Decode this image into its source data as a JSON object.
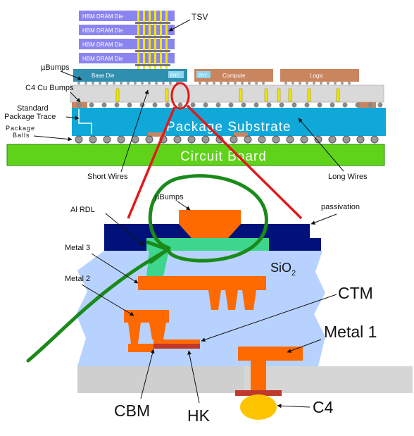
{
  "top_diagram": {
    "hbm_die_label": "HBM DRAM Die",
    "base_die_label": "Base Die",
    "phy_label": "PHY",
    "compute_label": "Compute",
    "logic_label": "Logic",
    "package_substrate_label": "Package Substrate",
    "circuit_board_label": "Circuit Board",
    "callouts": {
      "tsv": "TSV",
      "ubumps": "µBumps",
      "c4_cu_bumps": "C4 Cu Bumps",
      "standard_package_trace_1": "Standard",
      "standard_package_trace_2": "Package Trace",
      "package_balls_1": "Package",
      "package_balls_2": "Balls",
      "short_wires": "Short Wires",
      "long_wires": "Long Wires"
    }
  },
  "bottom_diagram": {
    "labels": {
      "ubumps": "µBumps",
      "al_rdl": "Al RDL",
      "passivation": "passivation",
      "metal3": "Metal 3",
      "sio2_base": "SiO",
      "sio2_sub": "2",
      "metal2": "Metal 2",
      "ctm": "CTM",
      "metal1": "Metal 1",
      "cbm": "CBM",
      "hk": "HK",
      "c4": "C4"
    }
  },
  "colors": {
    "hbm_die": "#8a84f0",
    "base_die": "#2e8fb0",
    "compute_die": "#c9855e",
    "interposer": "#d9d9d9",
    "substrate": "#10a8d8",
    "circuit_board": "#5fd31a",
    "metal": "#ff6a00",
    "sio2": "#b7d2ff",
    "passivation": "#00127a",
    "rdl": "#3dd68c",
    "red_annotation": "#e01a1a",
    "green_annotation": "#1a8a1a",
    "hk": "#c0392b",
    "c4_ball": "#ffc400"
  }
}
